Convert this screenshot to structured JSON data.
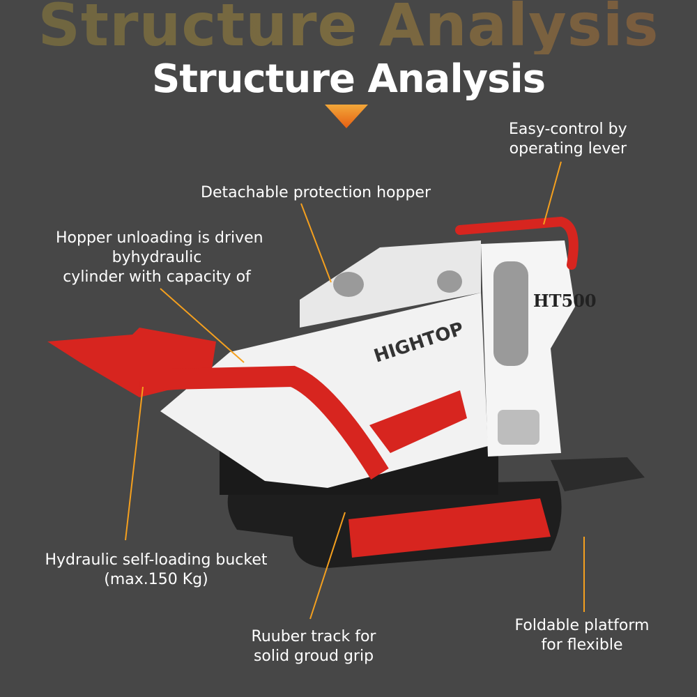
{
  "title": "Structure Analysis",
  "title_shadow": "Structure Analysis",
  "brand_text": "HIGHTOP",
  "model_text": "HT500",
  "labels": {
    "control": [
      "Easy-control by",
      "operating lever"
    ],
    "hopper": [
      "Detachable protection hopper"
    ],
    "unloading": [
      "Hopper unloading is driven",
      "byhydraulic",
      "cylinder with capacity of"
    ],
    "bucket": [
      "Hydraulic self-loading bucket",
      "(max.150 Kg)"
    ],
    "track": [
      "Ruuber track for",
      "solid groud grip"
    ],
    "platform": [
      "Foldable platform",
      "for flexible"
    ]
  },
  "colors": {
    "background": "#474747",
    "accent": "#f08a1c",
    "red": "#d7251f",
    "leader": "#f5a01e"
  }
}
